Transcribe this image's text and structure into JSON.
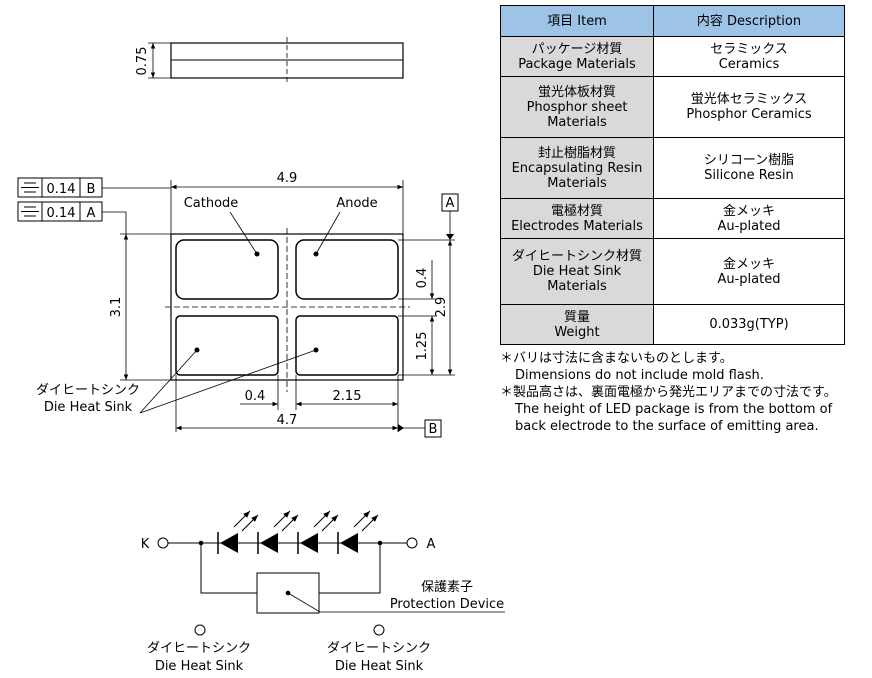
{
  "table": {
    "headers": {
      "item": "項目 Item",
      "description": "内容 Description"
    },
    "rows": [
      {
        "item_jp": "パッケージ材質",
        "item_en": [
          "Package Materials"
        ],
        "desc_jp": "セラミックス",
        "desc_en": "Ceramics"
      },
      {
        "item_jp": "蛍光体板材質",
        "item_en": [
          "Phosphor sheet",
          "Materials"
        ],
        "desc_jp": "蛍光体セラミックス",
        "desc_en": "Phosphor Ceramics"
      },
      {
        "item_jp": "封止樹脂材質",
        "item_en": [
          "Encapsulating Resin",
          "Materials"
        ],
        "desc_jp": "シリコーン樹脂",
        "desc_en": "Silicone Resin"
      },
      {
        "item_jp": "電極材質",
        "item_en": [
          "Electrodes Materials"
        ],
        "desc_jp": "金メッキ",
        "desc_en": "Au-plated"
      },
      {
        "item_jp": "ダイヒートシンク材質",
        "item_en": [
          "Die Heat Sink",
          "Materials"
        ],
        "desc_jp": "金メッキ",
        "desc_en": "Au-plated"
      },
      {
        "item_jp": "質量",
        "item_en": [
          "Weight"
        ],
        "desc_jp": "",
        "desc_en": "0.033g(TYP)"
      }
    ]
  },
  "notes": {
    "note1_jp": "＊バリは寸法に含まないものとします。",
    "note1_en": "Dimensions do not include mold flash.",
    "note2_jp": "＊製品高さは、裏面電極から発光エリアまでの寸法です。",
    "note2_en1": "The height of LED package is from the bottom of",
    "note2_en2": "back electrode to the surface of emitting area."
  },
  "side_view": {
    "thickness": "0.75"
  },
  "top_view": {
    "tol_1": "0.14",
    "datum_1": "B",
    "tol_2": "0.14",
    "datum_2": "A",
    "datum_a": "A",
    "datum_b": "B",
    "width_top": "4.9",
    "width_bottom": "4.7",
    "height_left": "3.1",
    "height_right": "2.9",
    "gap_vertical": "0.4",
    "pad_height": "1.25",
    "gap_horizontal": "0.4",
    "pad_width": "2.15",
    "cathode": "Cathode",
    "anode": "Anode",
    "heat_sink_jp": "ダイヒートシンク",
    "heat_sink_en": "Die Heat Sink"
  },
  "circuit": {
    "cathode_terminal": "K",
    "anode_terminal": "A",
    "protection_jp": "保護素子",
    "protection_en": "Protection Device",
    "sink1_jp": "ダイヒートシンク",
    "sink1_en": "Die Heat Sink",
    "sink2_jp": "ダイヒートシンク",
    "sink2_en": "Die Heat Sink"
  }
}
